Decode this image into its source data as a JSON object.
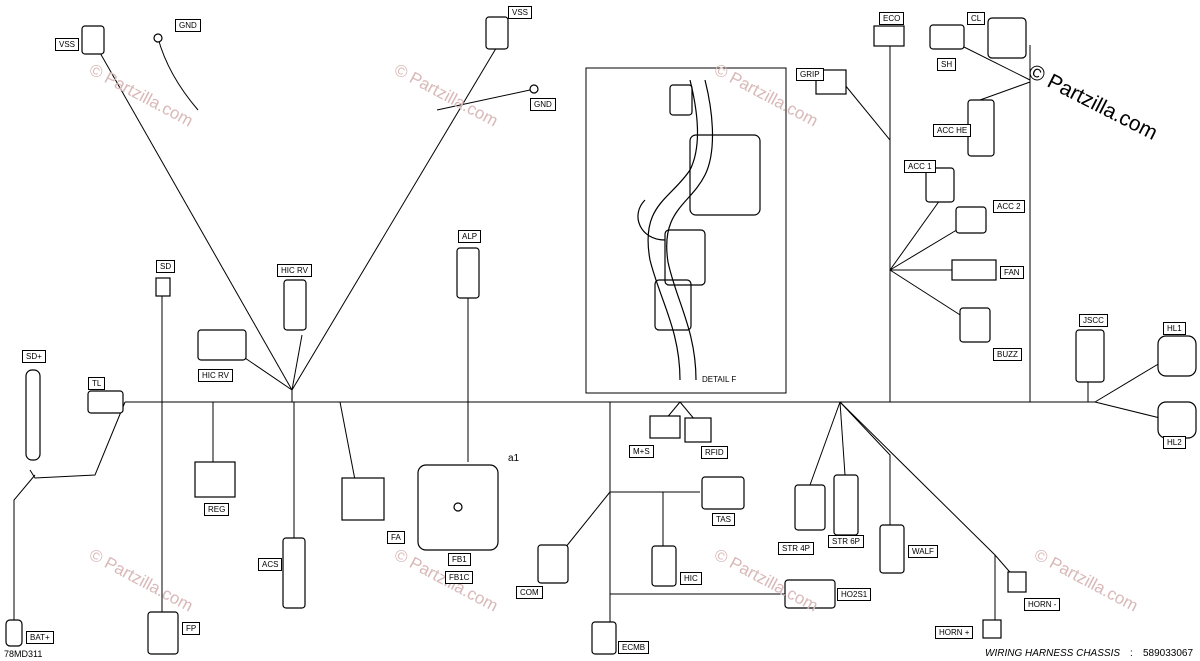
{
  "diagram": {
    "drawing_number": "78MD311",
    "title": "WIRING HARNESS CHASSIS",
    "part_number": "589033067",
    "watermark": "© Partzilla.com",
    "faint_watermark": "© Partzilla.com",
    "detail_caption": "DETAIL F",
    "ref_a1": "a1"
  },
  "labels": {
    "vss1": "VSS",
    "gnd1": "GND",
    "vss2": "VSS",
    "gnd2": "GND",
    "sd": "SD",
    "hic_rv1": "HIC RV",
    "hic_rv2": "HIC RV",
    "alp": "ALP",
    "sdp": "SD+",
    "tl": "TL",
    "reg": "REG",
    "acs": "ACS",
    "fa": "FA",
    "fb1": "FB1",
    "fb1c": "FB1C",
    "fp": "FP",
    "batp": "BAT+",
    "eco": "ECO",
    "cl": "CL",
    "sh": "SH",
    "grip": "GRIP",
    "acc_he": "ACC HE",
    "acc1": "ACC 1",
    "acc2": "ACC 2",
    "fan": "FAN",
    "buzz": "BUZZ",
    "jscc": "JSCC",
    "hl1": "HL1",
    "hl2": "HL2",
    "ms": "M+S",
    "rfid": "RFID",
    "tas": "TAS",
    "com": "COM",
    "hic": "HIC",
    "ho2s1": "HO2S1",
    "ecmb": "ECMB",
    "str4p": "STR 4P",
    "str6p": "STR 6P",
    "walf": "WALF",
    "hornm": "HORN -",
    "hornp": "HORN +"
  }
}
